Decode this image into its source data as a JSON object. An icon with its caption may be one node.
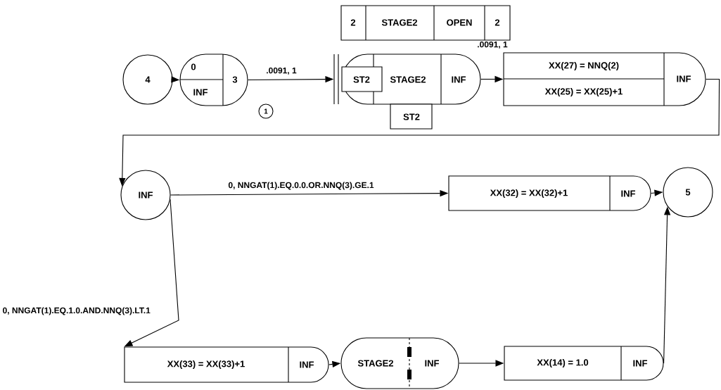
{
  "diagram": {
    "nodes": [
      {
        "text": [
          "2",
          "STAGE2",
          "OPEN",
          "2"
        ]
      },
      {
        "text": [
          "4"
        ]
      },
      {
        "text": [
          "0",
          "INF",
          "3"
        ]
      },
      {
        "text": [
          "1"
        ]
      },
      {
        "text": [
          "ST2",
          "STAGE2",
          "INF"
        ]
      },
      {
        "text": [
          "ST2"
        ]
      },
      {
        "text": [
          "XX(27) = NNQ(2)",
          "XX(25) = XX(25)+1",
          "INF"
        ]
      },
      {
        "text": [
          "INF"
        ]
      },
      {
        "text": [
          "XX(32) = XX(32)+1",
          "INF"
        ]
      },
      {
        "text": [
          "5"
        ]
      },
      {
        "text": [
          "XX(33) = XX(33)+1",
          "INF"
        ]
      },
      {
        "text": [
          "STAGE2",
          "INF"
        ]
      },
      {
        "text": [
          "XX(14) = 1.0",
          "INF"
        ]
      }
    ],
    "edges": [
      {
        "from": 1,
        "to": 2,
        "arrow": "to"
      },
      {
        "from": 2,
        "to": 4,
        "arrow": "to",
        "label": ".0091, 1"
      },
      {
        "from": 4,
        "to": 6,
        "arrow": "to",
        "label": ".0091, 1"
      },
      {
        "from": 6,
        "to": 7,
        "arrow": "to"
      },
      {
        "from": 7,
        "to": 8,
        "arrow": "to",
        "label": "0, NNGAT(1).EQ.0.0.OR.NNQ(3).GE.1"
      },
      {
        "from": 7,
        "to": 10,
        "arrow": "to",
        "label": "0, NNGAT(1).EQ.1.0.AND.NNQ(3).LT.1"
      },
      {
        "from": 8,
        "to": 9,
        "arrow": "to"
      },
      {
        "from": 10,
        "to": 11,
        "arrow": "to"
      },
      {
        "from": 11,
        "to": 12,
        "arrow": "to"
      },
      {
        "from": 12,
        "to": 9,
        "arrow": "to"
      }
    ]
  }
}
